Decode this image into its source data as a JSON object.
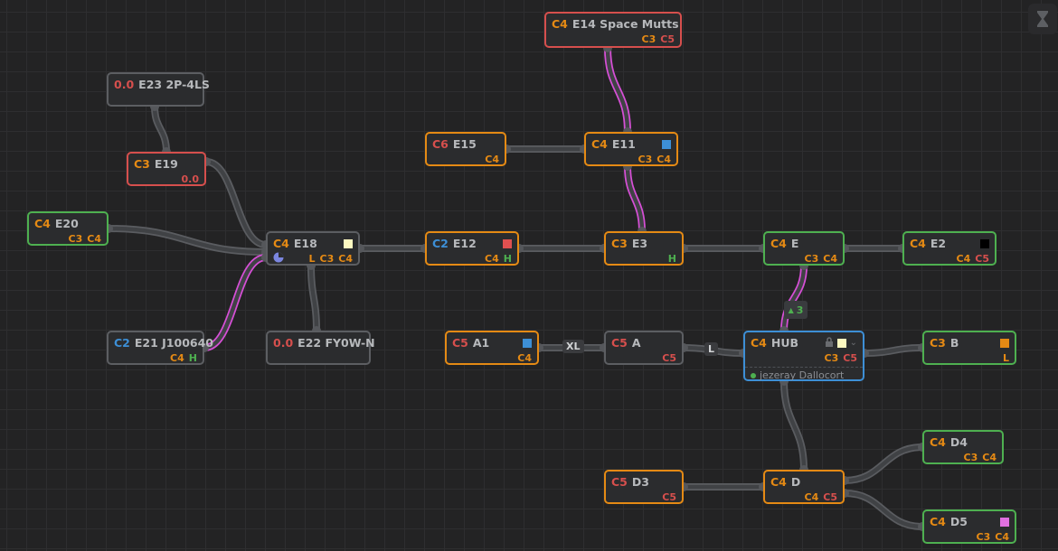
{
  "colors": {
    "orange": "#e58a14",
    "green": "#4eb050",
    "red": "#d64f4d",
    "blue": "#3d8fd6",
    "gray": "#595b5f",
    "magenta": "#d64fd6",
    "edge": "#4b4d50"
  },
  "nodes": [
    {
      "id": "E14",
      "tag": "C4",
      "tag_color": "orange",
      "name": "E14 Space Mutts",
      "border": "red",
      "square": "#3d8fd6",
      "sub": [
        {
          "t": "C3",
          "c": "orange"
        },
        {
          "t": "C5",
          "c": "red"
        }
      ]
    },
    {
      "id": "E23",
      "tag": "0.0",
      "tag_color": "red",
      "name": "E23 2P-4LS",
      "border": "gray",
      "sub": []
    },
    {
      "id": "E19",
      "tag": "C3",
      "tag_color": "orange",
      "name": "E19",
      "border": "red",
      "sub": [
        {
          "t": "0.0",
          "c": "red"
        }
      ]
    },
    {
      "id": "E20",
      "tag": "C4",
      "tag_color": "orange",
      "name": "E20",
      "border": "green",
      "sub": [
        {
          "t": "C3",
          "c": "orange"
        },
        {
          "t": "C4",
          "c": "orange"
        }
      ]
    },
    {
      "id": "E18",
      "tag": "C4",
      "tag_color": "orange",
      "name": "E18",
      "border": "gray",
      "square": "#fcf8c0",
      "left_icon": "pie-chart-icon",
      "sub": [
        {
          "t": "L",
          "c": "orange"
        },
        {
          "t": "C3",
          "c": "orange"
        },
        {
          "t": "C4",
          "c": "orange"
        }
      ]
    },
    {
      "id": "E21",
      "tag": "C2",
      "tag_color": "blue",
      "name": "E21 J100640",
      "border": "gray",
      "sub": [
        {
          "t": "C4",
          "c": "orange"
        },
        {
          "t": "H",
          "c": "green"
        }
      ]
    },
    {
      "id": "E22",
      "tag": "0.0",
      "tag_color": "red",
      "name": "E22 FY0W-N",
      "border": "gray",
      "sub": []
    },
    {
      "id": "E15",
      "tag": "C6",
      "tag_color": "red",
      "name": "E15",
      "border": "orange",
      "sub": [
        {
          "t": "C4",
          "c": "orange"
        }
      ]
    },
    {
      "id": "E11",
      "tag": "C4",
      "tag_color": "orange",
      "name": "E11",
      "border": "orange",
      "square": "#3d8fd6",
      "sub": [
        {
          "t": "C3",
          "c": "orange"
        },
        {
          "t": "C4",
          "c": "orange"
        }
      ]
    },
    {
      "id": "E12",
      "tag": "C2",
      "tag_color": "blue",
      "name": "E12",
      "border": "orange",
      "square": "#e05050",
      "sub": [
        {
          "t": "C4",
          "c": "orange"
        },
        {
          "t": "H",
          "c": "green"
        }
      ]
    },
    {
      "id": "E3",
      "tag": "C3",
      "tag_color": "orange",
      "name": "E3",
      "border": "orange",
      "sub": [
        {
          "t": "H",
          "c": "green"
        }
      ]
    },
    {
      "id": "E",
      "tag": "C4",
      "tag_color": "orange",
      "name": "E",
      "border": "green",
      "sub": [
        {
          "t": "C3",
          "c": "orange"
        },
        {
          "t": "C4",
          "c": "orange"
        }
      ]
    },
    {
      "id": "E2",
      "tag": "C4",
      "tag_color": "orange",
      "name": "E2",
      "border": "green",
      "square": "#000000",
      "sub": [
        {
          "t": "C4",
          "c": "orange"
        },
        {
          "t": "C5",
          "c": "red"
        }
      ]
    },
    {
      "id": "A1",
      "tag": "C5",
      "tag_color": "red",
      "name": "A1",
      "border": "orange",
      "square": "#3d8fd6",
      "sub": [
        {
          "t": "C4",
          "c": "orange"
        }
      ]
    },
    {
      "id": "A",
      "tag": "C5",
      "tag_color": "red",
      "name": "A",
      "border": "gray",
      "sub": [
        {
          "t": "C5",
          "c": "red"
        }
      ]
    },
    {
      "id": "HUB",
      "tag": "C4",
      "tag_color": "orange",
      "name": "HUB",
      "border": "blue",
      "square": "#fcf8c0",
      "locked": true,
      "sub": [
        {
          "t": "C3",
          "c": "orange"
        },
        {
          "t": "C5",
          "c": "red"
        }
      ],
      "footer": "jezeray Dallocort"
    },
    {
      "id": "B",
      "tag": "C3",
      "tag_color": "orange",
      "name": "B",
      "border": "green",
      "square": "#e58a14",
      "sub": [
        {
          "t": "L",
          "c": "orange"
        }
      ]
    },
    {
      "id": "D3",
      "tag": "C5",
      "tag_color": "red",
      "name": "D3",
      "border": "orange",
      "sub": [
        {
          "t": "C5",
          "c": "red"
        }
      ]
    },
    {
      "id": "D",
      "tag": "C4",
      "tag_color": "orange",
      "name": "D",
      "border": "orange",
      "sub": [
        {
          "t": "C4",
          "c": "orange"
        },
        {
          "t": "C5",
          "c": "red"
        }
      ]
    },
    {
      "id": "D4",
      "tag": "C4",
      "tag_color": "orange",
      "name": "D4",
      "border": "green",
      "sub": [
        {
          "t": "C3",
          "c": "orange"
        },
        {
          "t": "C4",
          "c": "orange"
        }
      ]
    },
    {
      "id": "D5",
      "tag": "C4",
      "tag_color": "orange",
      "name": "D5",
      "border": "green",
      "square": "#e070e0",
      "sub": [
        {
          "t": "C3",
          "c": "orange"
        },
        {
          "t": "C4",
          "c": "orange"
        }
      ]
    }
  ],
  "edges": [
    {
      "from": "E23",
      "to": "E19",
      "highlight": false
    },
    {
      "from": "E19",
      "to": "E18",
      "highlight": false
    },
    {
      "from": "E20",
      "to": "E18",
      "highlight": false
    },
    {
      "from": "E21",
      "to": "E18",
      "highlight": true
    },
    {
      "from": "E22",
      "to": "E18",
      "highlight": false
    },
    {
      "from": "E18",
      "to": "E12",
      "highlight": false
    },
    {
      "from": "E12",
      "to": "E3",
      "highlight": false
    },
    {
      "from": "E3",
      "to": "E",
      "highlight": false
    },
    {
      "from": "E",
      "to": "E2",
      "highlight": false
    },
    {
      "from": "E14",
      "to": "E11",
      "highlight": true
    },
    {
      "from": "E15",
      "to": "E11",
      "highlight": false
    },
    {
      "from": "E11",
      "to": "E3",
      "highlight": true
    },
    {
      "from": "E",
      "to": "HUB",
      "highlight": true
    },
    {
      "from": "A1",
      "to": "A",
      "highlight": false,
      "label": "XL"
    },
    {
      "from": "A",
      "to": "HUB",
      "highlight": false,
      "label": "L"
    },
    {
      "from": "HUB",
      "to": "B",
      "highlight": false
    },
    {
      "from": "HUB",
      "to": "D",
      "highlight": false
    },
    {
      "from": "D3",
      "to": "D",
      "highlight": false
    },
    {
      "from": "D",
      "to": "D4",
      "highlight": false
    },
    {
      "from": "D",
      "to": "D5",
      "highlight": false
    }
  ],
  "collapse_badge": {
    "count": "3",
    "icon": "triangle-up-icon"
  },
  "toolbar": {
    "timer_icon": "hourglass-icon"
  }
}
